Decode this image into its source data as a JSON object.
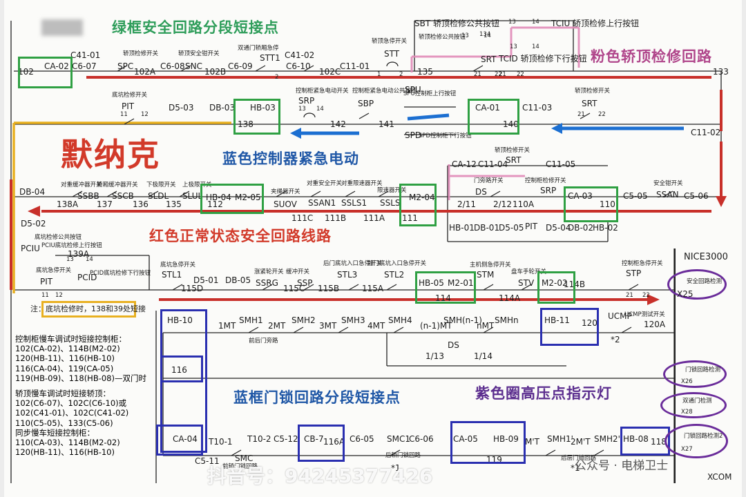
{
  "headings": {
    "green": "绿框安全回路分段短接点",
    "pink": "粉色轿顶检修回路",
    "brand": "默纳克",
    "blue_ctrl": "蓝色控制器紧急电动",
    "red_normal": "红色正常状态安全回路线路",
    "blue_door": "蓝框门锁回路分段短接点",
    "purple_circle": "紫色圈高压点指示灯"
  },
  "colors": {
    "green_box": "#2fa043",
    "blue_box": "#2a2fb0",
    "purple_circle": "#6a2c9a",
    "red_line": "#c8302a",
    "blue_arrow": "#1c6fd1",
    "pink_line": "#e18bb8",
    "yellow_line": "#e8b020"
  },
  "top_row": {
    "nodes": [
      "102",
      "CA-02",
      "C41-01",
      "C6-07",
      "SPC",
      "102A",
      "C6-08",
      "SNC",
      "102B",
      "C6-09",
      "STT1",
      "C41-02",
      "C6-10",
      "102C",
      "C11-01",
      "STT",
      "135",
      "SRT",
      "133"
    ],
    "captions": [
      "轿顶检修开关",
      "轿顶安全钳开关",
      "双通门轿厢急停",
      "轿顶急停开关",
      "轿顶检修公共按钮"
    ],
    "pin_numbers": [
      "2",
      "1",
      "2",
      "21",
      "22"
    ]
  },
  "top_right": {
    "SBT": "SBT 轿顶检修公共按钮",
    "TCIU": "TCIU 轿顶检修上行按钮",
    "TCID": "TCID 轿顶检修下行按钮",
    "pins": [
      "13",
      "14",
      "134",
      "13",
      "14",
      "13",
      "14"
    ]
  },
  "row2": {
    "labels": [
      "PIT",
      "D5-03",
      "DB-03",
      "HB-03",
      "138",
      "SRP",
      "142",
      "SBP",
      "141",
      "SPU",
      "SPD",
      "CA-01",
      "140",
      "C11-03",
      "SRT",
      "C11-02"
    ],
    "captions": [
      "底坑检修开关",
      "控制柜紧急电动开关",
      "控制柜紧急电动公共按钮",
      "SPU控制柜上行按钮",
      "SPD控制柜下行按钮",
      "轿顶检修开关"
    ],
    "pins": [
      "11",
      "12",
      "13",
      "14",
      "21",
      "22",
      "21",
      "22"
    ]
  },
  "row3": {
    "labels": [
      "DB-04",
      "SSBB",
      "SSCB",
      "SLDL",
      "SLUL",
      "HB-04",
      "M2-05",
      "SUOV",
      "SSAN1",
      "SSLS1",
      "SSLS",
      "M2-04",
      "CA-12",
      "C11-04",
      "SRT",
      "C11-05",
      "DS",
      "SRP",
      "CA-03",
      "C5-05",
      "SSAN",
      "C5-06"
    ],
    "nodes": [
      "138A",
      "137",
      "136",
      "135",
      "112",
      "111C",
      "111B",
      "111A",
      "111",
      "2/11",
      "2/12",
      "110A",
      "110"
    ],
    "captions": [
      "对重缓冲器开关",
      "轿厢缓冲器开关",
      "下极限开关",
      "上极限开关",
      "夹绳器开关",
      "对重安全开关",
      "对重限速器开关",
      "限速器开关",
      "门旁路开关",
      "控制柜检修开关",
      "轿顶检修开关",
      "安全钳开关"
    ]
  },
  "row4": {
    "labels": [
      "D5-02",
      "PCIU",
      "139A",
      "PCID",
      "PIT",
      "STL1",
      "115D",
      "D5-01",
      "DB-05",
      "SSRG",
      "115C",
      "SSP",
      "115B",
      "STL3",
      "115A",
      "STL2",
      "HB-05",
      "M2-01",
      "114",
      "STM",
      "114A",
      "STV",
      "M2-02",
      "114B",
      "STP",
      "120A"
    ],
    "bottom_labels": [
      "HB-01",
      "DB-01",
      "D5-05",
      "PIT",
      "D5-04",
      "DB-02",
      "HB-02"
    ],
    "captions": [
      "底坑检修公共按钮",
      "PCIU底坑检修上行按钮",
      "PCID底坑检修下行按钮",
      "底坑急停开关",
      "底坑急停开关",
      "涨紧轮开关",
      "缓冲开关",
      "后门底坑入口急停开关",
      "前门底坑入口急停开关",
      "主机侧急停开关",
      "盘车手轮开关",
      "控制柜急停开关"
    ],
    "pins": [
      "13",
      "14",
      "11",
      "12",
      "21",
      "22"
    ]
  },
  "note": "注：底坑检修时，138和39处短接",
  "door_loop": {
    "labels": [
      "HB-10",
      "1MT",
      "SMH1",
      "2MT",
      "SMH2",
      "3MT",
      "SMH3",
      "4MT",
      "SMH4",
      "(n-1)MT",
      "SMH(n-1)",
      "nMT",
      "SMHn",
      "HB-11",
      "120",
      "UCMP",
      "*2",
      "116",
      "DS",
      "1/13",
      "1/14"
    ],
    "captions": [
      "UCMP测试开关",
      "前后门旁路"
    ]
  },
  "bottom_row": {
    "labels": [
      "CA-04",
      "T10-1",
      "T10-2",
      "C5-12",
      "CB-7",
      "116A",
      "C6-05",
      "SMC1",
      "C6-06",
      "CA-05",
      "HB-09",
      "M'T",
      "SMH1'",
      "2M'T",
      "SMH2'",
      "HB-08",
      "118",
      "C5-11",
      "SMC",
      "119",
      "*1",
      "*1"
    ],
    "captions": [
      "后轿门锁回路",
      "前轿门锁回路",
      "后层门锁回路"
    ]
  },
  "notes": {
    "title1": "控制柜慢车调试时短接控制柜：",
    "lines1": [
      "102(CA-02)、114B(M2-02)",
      "120(HB-11)、116(HB-10)",
      "116(CA-04)、119(CA-05)",
      "119(HB-09)、118(HB-08)"
    ],
    "tag1": "双门时",
    "title2": "轿顶慢车调试时短接轿顶：",
    "lines2": [
      "102(C6-07)、102C(C6-10)或",
      "102(C41-01)、102C(C41-02)",
      "110(C5-05)、133(C5-06)"
    ],
    "title3": "同步慢车短接控制柜：",
    "lines3": [
      "110(CA-03)、114B(M2-02)",
      "120(HB-11)、116(HB-10)"
    ]
  },
  "controller": {
    "title": "NICE3000",
    "x25": "X25",
    "x25_label": "安全回路检测",
    "x26": "X26",
    "x26_label": "门锁回路检测",
    "x28": "X28",
    "x28_label": "双通门检测",
    "x27": "X27",
    "x27_label": "门锁回路检测2",
    "xcom": "XCOM"
  },
  "watermarks": {
    "douyin": "抖音号：94245377426",
    "wechat": "公众号 · 电梯卫士"
  }
}
